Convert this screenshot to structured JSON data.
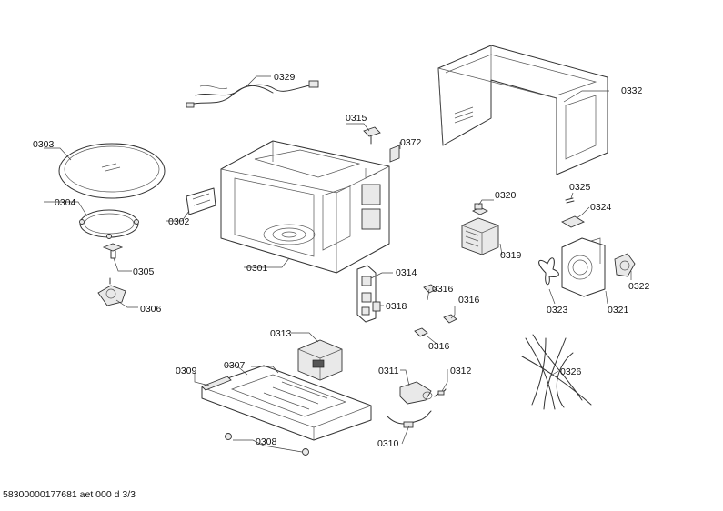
{
  "callouts": {
    "c0301": "0301",
    "c0302": "0302",
    "c0303": "0303",
    "c0304": "0304",
    "c0305": "0305",
    "c0306": "0306",
    "c0307": "0307",
    "c0308": "0308",
    "c0309": "0309",
    "c0310": "0310",
    "c0311": "0311",
    "c0312": "0312",
    "c0313": "0313",
    "c0314": "0314",
    "c0315": "0315",
    "c0316a": "0316",
    "c0316b": "0316",
    "c0316c": "0316",
    "c0318": "0318",
    "c0319": "0319",
    "c0320": "0320",
    "c0321": "0321",
    "c0322": "0322",
    "c0323": "0323",
    "c0324": "0324",
    "c0325": "0325",
    "c0326": "0326",
    "c0329": "0329",
    "c0332": "0332",
    "c0372": "0372"
  },
  "footer": "58300000177681 aet 000 d 3/3"
}
